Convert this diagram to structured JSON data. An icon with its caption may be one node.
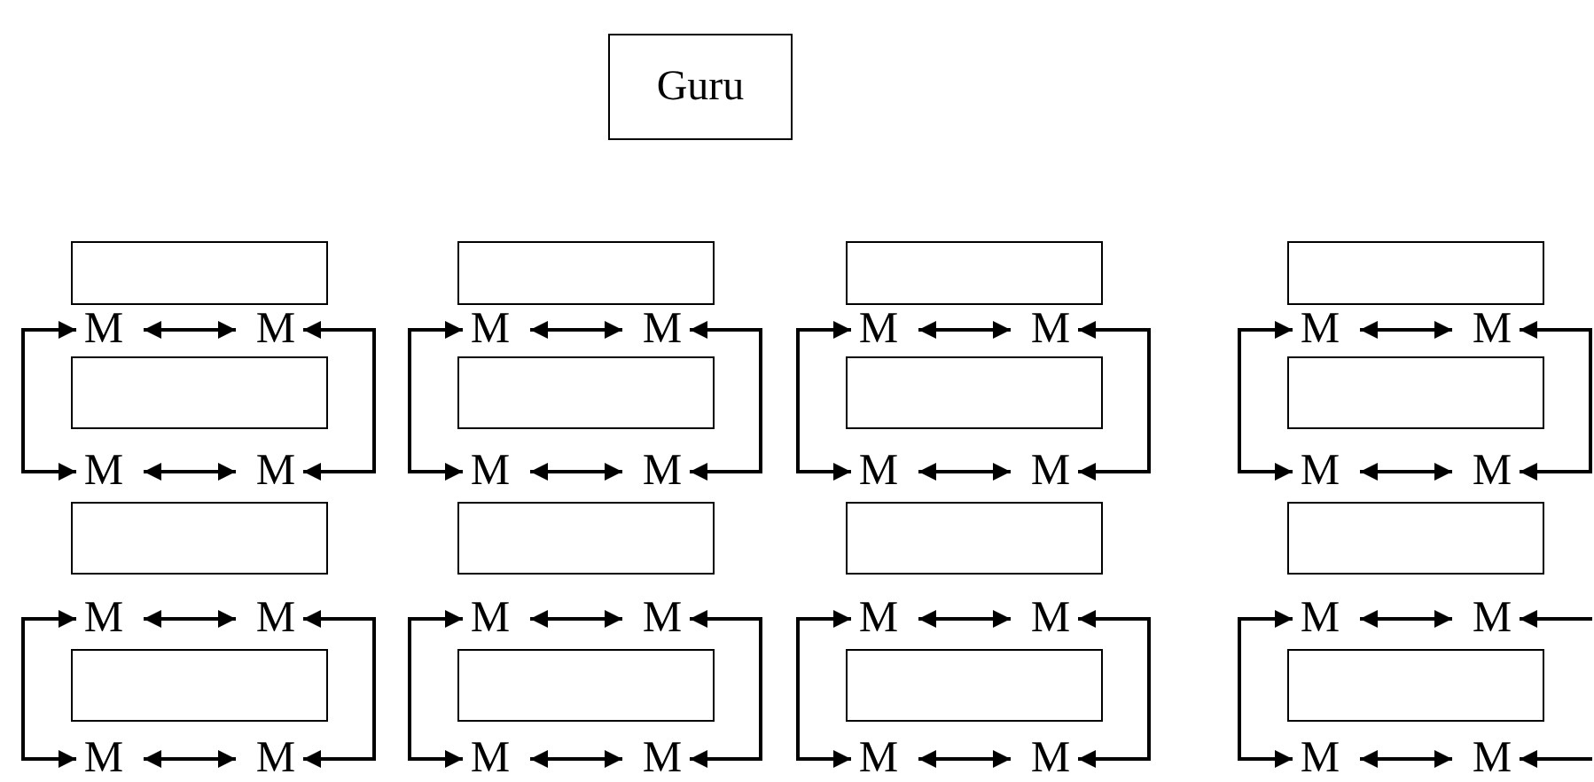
{
  "diagram": {
    "nodes": [
      {
        "text": [
          "Guru"
        ]
      },
      {
        "text": [],
        "shape": "box"
      },
      {
        "text": [],
        "shape": "box"
      },
      {
        "text": [],
        "shape": "box"
      },
      {
        "text": [],
        "shape": "box"
      },
      {
        "text": [
          "M"
        ]
      },
      {
        "text": [
          "M"
        ]
      },
      {
        "text": [
          "M"
        ]
      },
      {
        "text": [
          "M"
        ]
      },
      {
        "text": [
          "M"
        ]
      },
      {
        "text": [
          "M"
        ]
      },
      {
        "text": [
          "M"
        ]
      },
      {
        "text": [
          "M"
        ]
      },
      {
        "text": [],
        "shape": "box"
      },
      {
        "text": [],
        "shape": "box"
      },
      {
        "text": [],
        "shape": "box"
      },
      {
        "text": [],
        "shape": "box"
      },
      {
        "text": [
          "M"
        ]
      },
      {
        "text": [
          "M"
        ]
      },
      {
        "text": [
          "M"
        ]
      },
      {
        "text": [
          "M"
        ]
      },
      {
        "text": [
          "M"
        ]
      },
      {
        "text": [
          "M"
        ]
      },
      {
        "text": [
          "M"
        ]
      },
      {
        "text": [
          "M"
        ]
      },
      {
        "text": [],
        "shape": "box"
      },
      {
        "text": [],
        "shape": "box"
      },
      {
        "text": [],
        "shape": "box"
      },
      {
        "text": [],
        "shape": "box"
      },
      {
        "text": [
          "M"
        ]
      },
      {
        "text": [
          "M"
        ]
      },
      {
        "text": [
          "M"
        ]
      },
      {
        "text": [
          "M"
        ]
      },
      {
        "text": [
          "M"
        ]
      },
      {
        "text": [
          "M"
        ]
      },
      {
        "text": [
          "M"
        ]
      },
      {
        "text": [
          "M"
        ]
      },
      {
        "text": [],
        "shape": "box"
      },
      {
        "text": [],
        "shape": "box"
      },
      {
        "text": [],
        "shape": "box"
      },
      {
        "text": [],
        "shape": "box"
      },
      {
        "text": [
          "M"
        ]
      },
      {
        "text": [
          "M"
        ]
      },
      {
        "text": [
          "M"
        ]
      },
      {
        "text": [
          "M"
        ]
      },
      {
        "text": [
          "M"
        ]
      },
      {
        "text": [
          "M"
        ]
      },
      {
        "text": [
          "M"
        ]
      },
      {
        "text": [
          "M"
        ]
      }
    ],
    "edges": [
      {
        "from": 5,
        "to": 6,
        "arrow": "both"
      },
      {
        "from": 7,
        "to": 8,
        "arrow": "both"
      },
      {
        "from": 9,
        "to": 10,
        "arrow": "both"
      },
      {
        "from": 11,
        "to": 12,
        "arrow": "both"
      },
      {
        "from": 5,
        "to": 17,
        "arrow": "both"
      },
      {
        "from": 6,
        "to": 18,
        "arrow": "both"
      },
      {
        "from": 7,
        "to": 19,
        "arrow": "both"
      },
      {
        "from": 8,
        "to": 20,
        "arrow": "both"
      },
      {
        "from": 9,
        "to": 21,
        "arrow": "both"
      },
      {
        "from": 10,
        "to": 22,
        "arrow": "both"
      },
      {
        "from": 11,
        "to": 23,
        "arrow": "both"
      },
      {
        "from": 12,
        "to": 24,
        "arrow": "both"
      },
      {
        "from": 17,
        "to": 18,
        "arrow": "both"
      },
      {
        "from": 19,
        "to": 20,
        "arrow": "both"
      },
      {
        "from": 21,
        "to": 22,
        "arrow": "both"
      },
      {
        "from": 23,
        "to": 24,
        "arrow": "both"
      },
      {
        "from": 29,
        "to": 30,
        "arrow": "both"
      },
      {
        "from": 31,
        "to": 32,
        "arrow": "both"
      },
      {
        "from": 33,
        "to": 34,
        "arrow": "both"
      },
      {
        "from": 35,
        "to": 36,
        "arrow": "both"
      },
      {
        "from": 29,
        "to": 41,
        "arrow": "both"
      },
      {
        "from": 30,
        "to": 42,
        "arrow": "both"
      },
      {
        "from": 31,
        "to": 43,
        "arrow": "both"
      },
      {
        "from": 32,
        "to": 44,
        "arrow": "both"
      },
      {
        "from": 33,
        "to": 45,
        "arrow": "both"
      },
      {
        "from": 34,
        "to": 46,
        "arrow": "both"
      },
      {
        "from": 35,
        "to": 47,
        "arrow": "both"
      },
      {
        "from": null,
        "to": 36,
        "arrow": "to"
      },
      {
        "from": 41,
        "to": 42,
        "arrow": "both"
      },
      {
        "from": 43,
        "to": 44,
        "arrow": "both"
      },
      {
        "from": 45,
        "to": 46,
        "arrow": "both"
      },
      {
        "from": 47,
        "to": 48,
        "arrow": "both"
      },
      {
        "from": null,
        "to": 48,
        "arrow": "to"
      }
    ]
  }
}
